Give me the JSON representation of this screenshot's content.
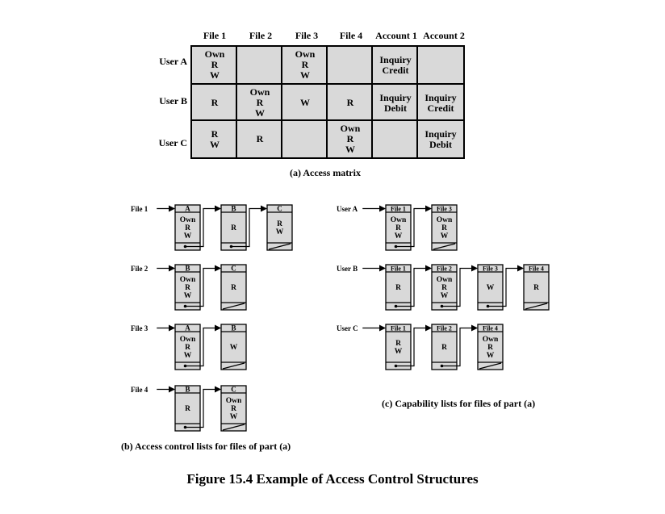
{
  "matrix": {
    "columns": [
      "File 1",
      "File 2",
      "File 3",
      "File 4",
      "Account 1",
      "Account 2"
    ],
    "rows": [
      {
        "user": "User A",
        "cells": [
          "Own\nR\nW",
          "",
          "Own\nR\nW",
          "",
          "Inquiry\nCredit",
          ""
        ]
      },
      {
        "user": "User B",
        "cells": [
          "R",
          "Own\nR\nW",
          "W",
          "R",
          "Inquiry\nDebit",
          "Inquiry\nCredit"
        ]
      },
      {
        "user": "User C",
        "cells": [
          "R\nW",
          "R",
          "",
          "Own\nR\nW",
          "",
          "Inquiry\nDebit"
        ]
      }
    ],
    "caption": "(a) Access matrix"
  },
  "acl": {
    "caption": "(b) Access control lists for files of part (a)",
    "lists": [
      {
        "head": "File 1",
        "nodes": [
          {
            "name": "A",
            "rights": "Own\nR\nW"
          },
          {
            "name": "B",
            "rights": "R"
          },
          {
            "name": "C",
            "rights": "R\nW"
          }
        ]
      },
      {
        "head": "File 2",
        "nodes": [
          {
            "name": "B",
            "rights": "Own\nR\nW"
          },
          {
            "name": "C",
            "rights": "R"
          }
        ]
      },
      {
        "head": "File 3",
        "nodes": [
          {
            "name": "A",
            "rights": "Own\nR\nW"
          },
          {
            "name": "B",
            "rights": "W"
          }
        ]
      },
      {
        "head": "File 4",
        "nodes": [
          {
            "name": "B",
            "rights": "R"
          },
          {
            "name": "C",
            "rights": "Own\nR\nW"
          }
        ]
      }
    ]
  },
  "cap": {
    "caption": "(c) Capability lists for files of part (a)",
    "lists": [
      {
        "head": "User A",
        "nodes": [
          {
            "name": "File 1",
            "rights": "Own\nR\nW"
          },
          {
            "name": "File 3",
            "rights": "Own\nR\nW"
          }
        ]
      },
      {
        "head": "User B",
        "nodes": [
          {
            "name": "File 1",
            "rights": "R"
          },
          {
            "name": "File 2",
            "rights": "Own\nR\nW"
          },
          {
            "name": "File 3",
            "rights": "W"
          },
          {
            "name": "File 4",
            "rights": "R"
          }
        ]
      },
      {
        "head": "User C",
        "nodes": [
          {
            "name": "File 1",
            "rights": "R\nW"
          },
          {
            "name": "File 2",
            "rights": "R"
          },
          {
            "name": "File 4",
            "rights": "Own\nR\nW"
          }
        ]
      }
    ]
  },
  "figure_caption": "Figure 15.4   Example of Access Control Structures"
}
